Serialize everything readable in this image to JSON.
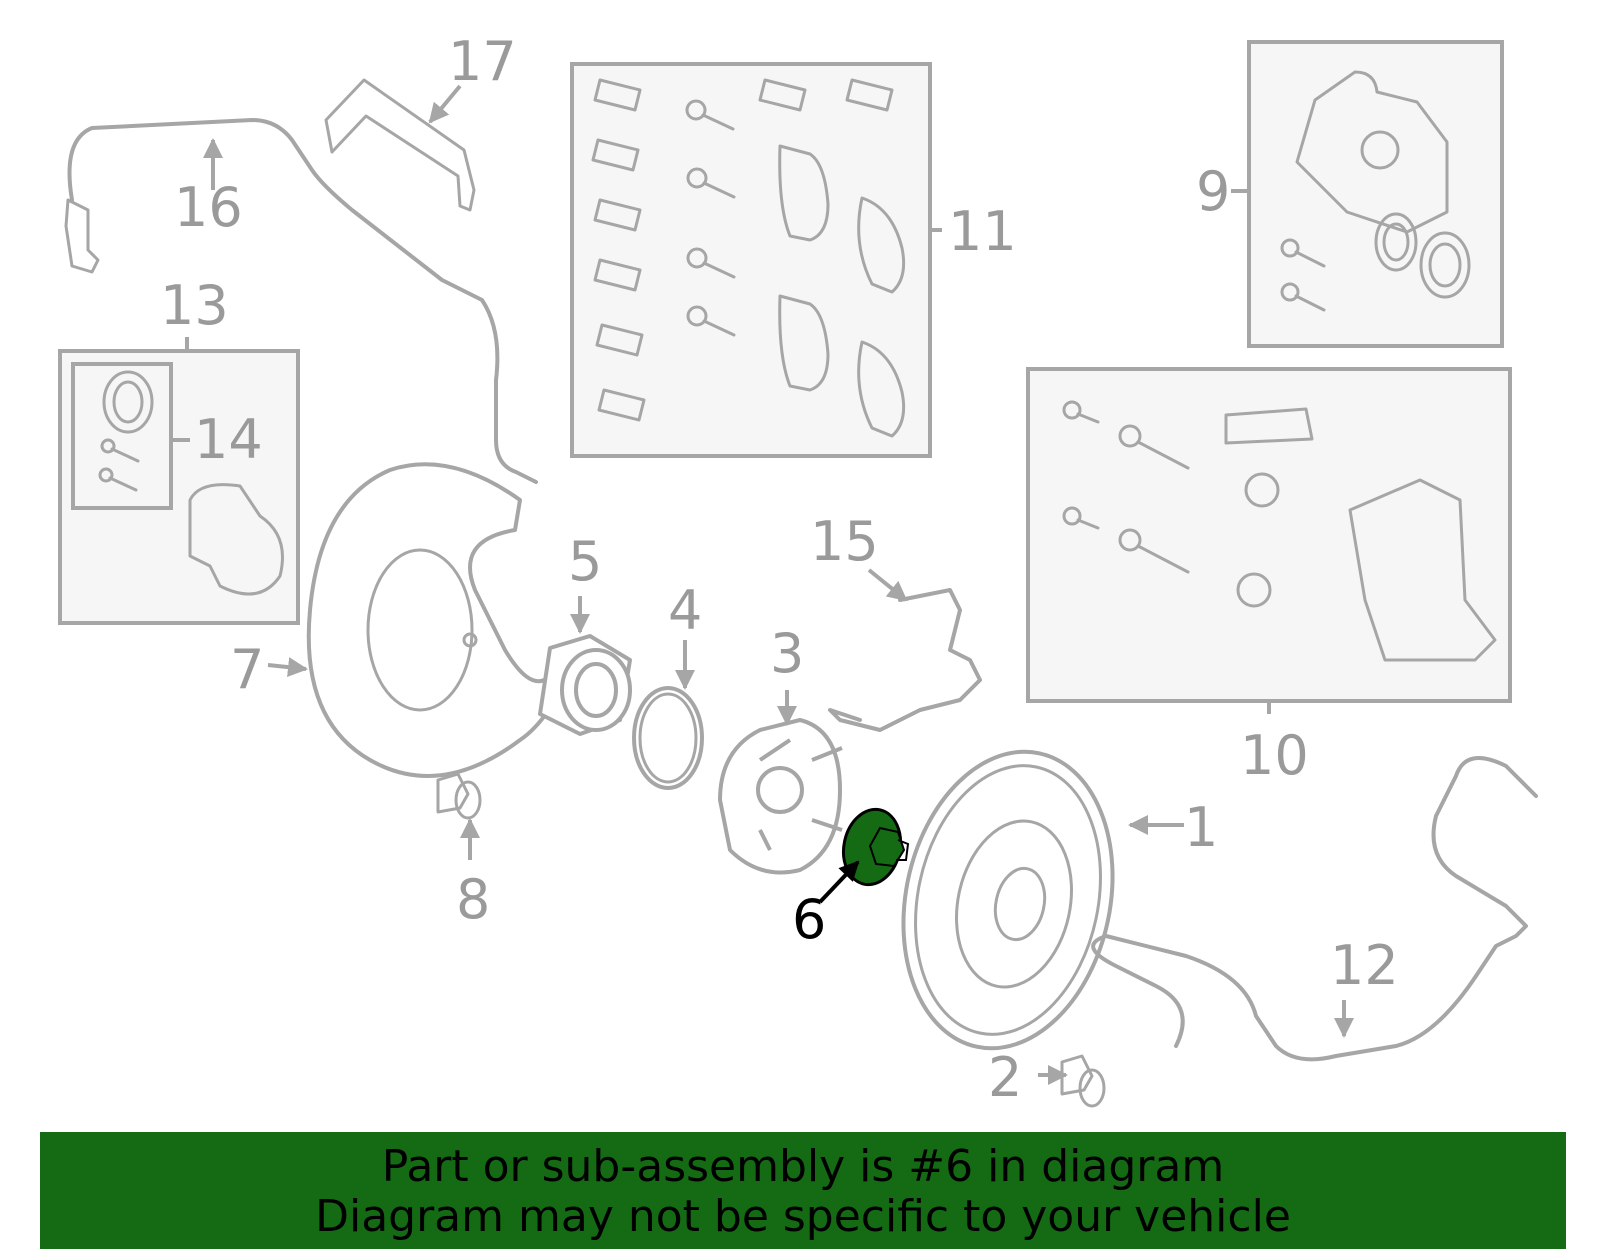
{
  "diagram": {
    "callouts": [
      "1",
      "2",
      "3",
      "4",
      "5",
      "6",
      "7",
      "8",
      "9",
      "10",
      "11",
      "12",
      "13",
      "14",
      "15",
      "16",
      "17"
    ],
    "highlighted_callout": "6",
    "highlight_color": "#146b14",
    "line_color": "#a6a6a6"
  },
  "banner": {
    "line1": "Part or sub-assembly is #6 in diagram",
    "line2": "Diagram may not be specific to your vehicle",
    "background": "#146b14"
  }
}
